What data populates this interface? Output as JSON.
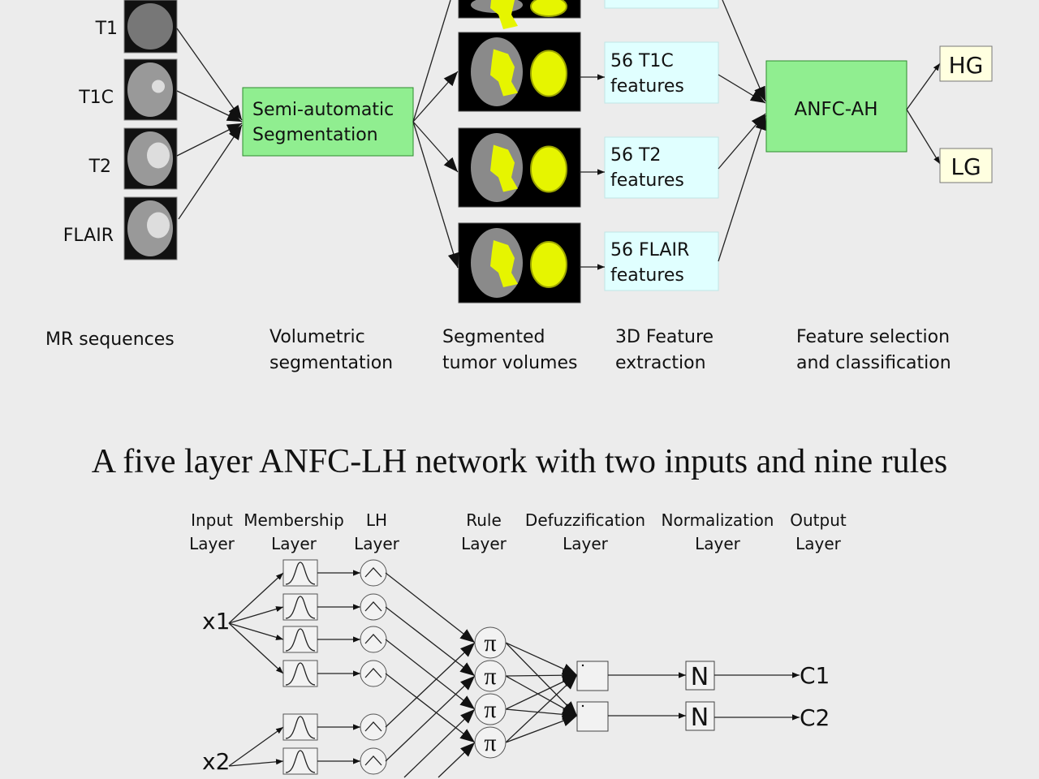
{
  "pipeline": {
    "sequences": [
      "T1",
      "T1C",
      "T2",
      "FLAIR"
    ],
    "segmentation_box": [
      "Semi-automatic",
      "Segmentation"
    ],
    "feature_boxes": [
      [
        "",
        ""
      ],
      [
        "56 T1C",
        "features"
      ],
      [
        "56 T2",
        "features"
      ],
      [
        "56 FLAIR",
        "features"
      ]
    ],
    "classifier": "ANFC-AH",
    "outputs": [
      "HG",
      "LG"
    ],
    "stage_labels": [
      [
        "MR sequences",
        ""
      ],
      [
        "Volumetric",
        "segmentation"
      ],
      [
        "Segmented",
        "tumor volumes"
      ],
      [
        "3D Feature",
        "extraction"
      ],
      [
        "Feature selection",
        "and classification"
      ]
    ],
    "colors": {
      "segmentation": "#90ee90",
      "features": "#e0ffff",
      "outputs": "#ffffe0",
      "tumor": "#e6f500"
    }
  },
  "network": {
    "title": "A five layer ANFC-LH network with two inputs and nine rules",
    "layers": [
      [
        "Input",
        "Layer"
      ],
      [
        "Membership",
        "Layer"
      ],
      [
        "LH",
        "Layer"
      ],
      [
        "Rule",
        "Layer"
      ],
      [
        "Defuzzification",
        "Layer"
      ],
      [
        "Normalization",
        "Layer"
      ],
      [
        "Output",
        "Layer"
      ]
    ],
    "inputs": [
      "x1",
      "x2"
    ],
    "rule_symbol": "π",
    "norm_symbol": "N",
    "outputs": [
      "C1",
      "C2"
    ]
  }
}
